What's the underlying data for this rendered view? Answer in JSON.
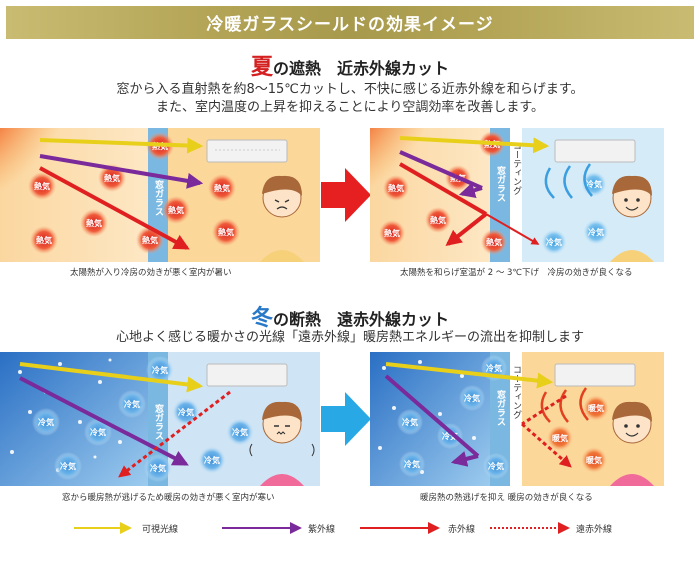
{
  "header": {
    "title": "冷暖ガラスシールドの効果イメージ"
  },
  "summer": {
    "title_big": "夏",
    "title_rest": "の遮熱　近赤外線カット",
    "desc_line1": "窓から入る直射熱を約8〜15℃カットし、不快に感じる近赤外線を和らげます。",
    "desc_line2": "また、室内温度の上昇を抑えることにより空調効率を改善します。",
    "caption_before": "太陽熱が入り冷房の効きが悪く室内が暑い",
    "caption_after": "太陽熱を和らげ室温が 2 〜 3℃下げ　冷房の効きが良くなる"
  },
  "winter": {
    "title_big": "冬",
    "title_rest": "の断熱　遠赤外線カット",
    "desc_line1": "心地よく感じる暖かさの光線「遠赤外線」暖房熱エネルギーの流出を抑制します",
    "caption_before": "窓から暖房熱が逃げるため暖房の効きが悪く室内が寒い",
    "caption_after": "暖房熱の熱逃げを抑え 暖房の効きが良くなる"
  },
  "labels": {
    "heat": "熱気",
    "cold": "冷気",
    "warm": "暖気",
    "window_glass": "窓ガラス",
    "coating": "コーティング"
  },
  "legend": {
    "visible": "可視光線",
    "uv": "紫外線",
    "infrared": "赤外線",
    "far_infrared": "遠赤外線"
  },
  "colors": {
    "banner": "#b3a456",
    "summer_red": "#d42020",
    "winter_blue": "#2979c9",
    "visible_ray": "#e8cf1a",
    "uv_ray": "#7a2a9a",
    "ir_ray": "#e02020",
    "big_arrow_summer": "#e62020",
    "big_arrow_winter": "#29a8e6"
  }
}
